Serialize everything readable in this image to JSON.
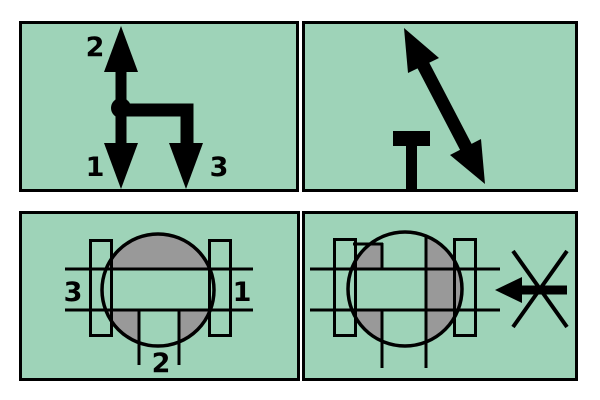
{
  "colors": {
    "panel_bg": "#9ed3b8",
    "ball_gray": "#999999",
    "ink": "#000000",
    "page_bg": "#ffffff"
  },
  "panels": {
    "top_left": {
      "icon": "three-way-flow-arrows",
      "labels": {
        "top_port": "2",
        "bottom_left_port": "1",
        "bottom_right_port": "3"
      }
    },
    "top_right": {
      "icon": "diagonal-double-arrow-with-tee"
    },
    "bottom_left": {
      "icon": "ball-valve-top-view-t-port",
      "labels": {
        "left_port": "3",
        "right_port": "1",
        "bottom_port": "2"
      }
    },
    "bottom_right": {
      "icon": "ball-valve-top-view-rotated-blocked-flow-arrow"
    }
  }
}
